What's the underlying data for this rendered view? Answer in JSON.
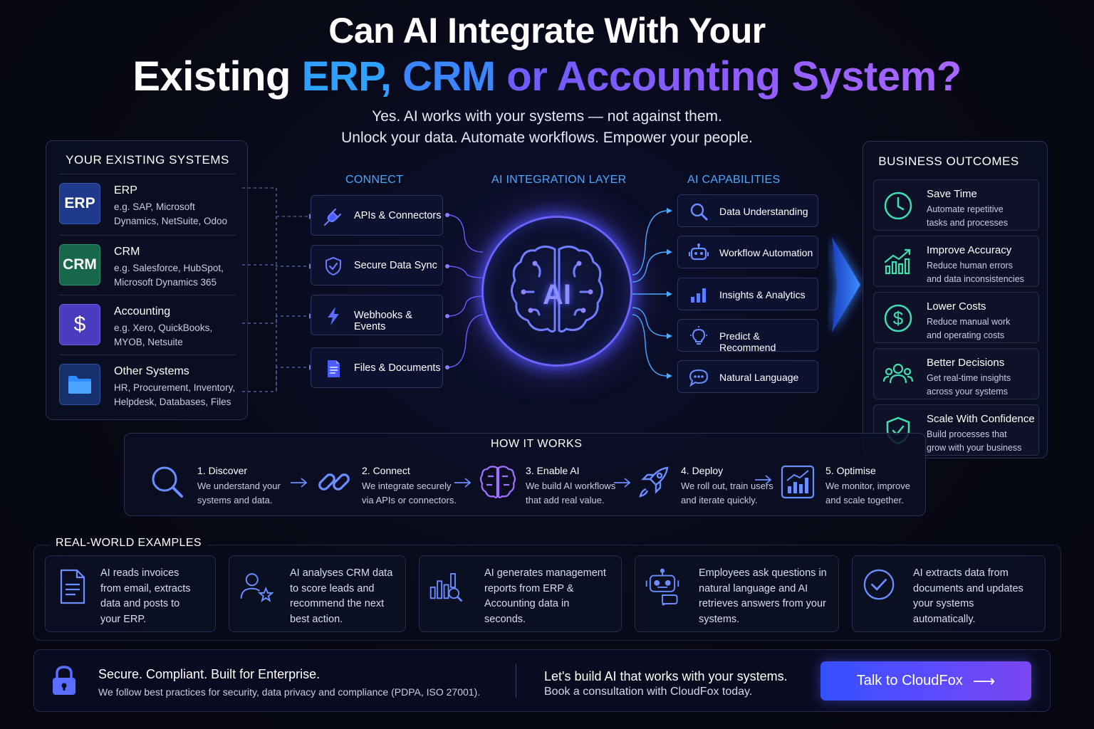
{
  "header": {
    "title_line1": "Can AI Integrate With Your",
    "title_line2_prefix": "Existing ",
    "title_erp": "ERP,",
    "title_crm": " CRM",
    "title_acc": " or Accounting System?",
    "subtitle_line1": "Yes. AI works with your systems — not against them.",
    "subtitle_line2": "Unlock your data. Automate workflows. Empower your people."
  },
  "existing_systems": {
    "title": "YOUR EXISTING SYSTEMS",
    "items": [
      {
        "badge": "ERP",
        "name": "ERP",
        "desc": "e.g. SAP, Microsoft Dynamics, NetSuite, Odoo",
        "color": "#1f3a8a"
      },
      {
        "badge": "CRM",
        "name": "CRM",
        "desc": "e.g. Salesforce, HubSpot, Microsoft Dynamics 365",
        "color": "#17684a"
      },
      {
        "badge": "$",
        "name": "Accounting",
        "desc": "e.g. Xero, QuickBooks, MYOB, Netsuite",
        "color": "#4a3bbf"
      },
      {
        "badge": "folder-icon",
        "name": "Other Systems",
        "desc": "HR, Procurement, Inventory, Helpdesk, Databases, Files",
        "color": "#16306e"
      }
    ]
  },
  "connect": {
    "title": "CONNECT",
    "items": [
      {
        "label": "APIs & Connectors",
        "icon": "plug-icon"
      },
      {
        "label": "Secure Data Sync",
        "icon": "shield-check-icon"
      },
      {
        "label": "Webhooks & Events",
        "icon": "lightning-icon"
      },
      {
        "label": "Files & Documents",
        "icon": "document-icon"
      }
    ]
  },
  "ai_layer": {
    "title": "AI INTEGRATION LAYER",
    "label": "AI"
  },
  "capabilities": {
    "title": "AI CAPABILITIES",
    "items": [
      {
        "label": "Data Understanding",
        "icon": "search-icon"
      },
      {
        "label": "Workflow Automation",
        "icon": "robot-icon"
      },
      {
        "label": "Insights & Analytics",
        "icon": "bar-chart-icon"
      },
      {
        "label": "Predict & Recommend",
        "icon": "lightbulb-icon"
      },
      {
        "label": "Natural Language",
        "icon": "chat-icon"
      }
    ]
  },
  "outcomes": {
    "title": "BUSINESS OUTCOMES",
    "items": [
      {
        "name": "Save Time",
        "desc1": "Automate repetitive",
        "desc2": "tasks and processes",
        "icon": "clock-icon"
      },
      {
        "name": "Improve Accuracy",
        "desc1": "Reduce human errors",
        "desc2": "and data inconsistencies",
        "icon": "growth-chart-icon"
      },
      {
        "name": "Lower Costs",
        "desc1": "Reduce manual work",
        "desc2": "and operating costs",
        "icon": "dollar-icon"
      },
      {
        "name": "Better Decisions",
        "desc1": "Get real-time insights",
        "desc2": "across your systems",
        "icon": "people-icon"
      },
      {
        "name": "Scale With Confidence",
        "desc1": "Build processes that",
        "desc2": "grow with your business",
        "icon": "shield-check-icon"
      }
    ]
  },
  "how_it_works": {
    "title": "HOW IT WORKS",
    "steps": [
      {
        "name": "1. Discover",
        "desc1": "We understand your",
        "desc2": "systems and data.",
        "icon": "magnifier-icon"
      },
      {
        "name": "2. Connect",
        "desc1": "We integrate securely",
        "desc2": "via APIs or connectors.",
        "icon": "link-icon"
      },
      {
        "name": "3. Enable AI",
        "desc1": "We build AI workflows",
        "desc2": "that add real value.",
        "icon": "brain-icon"
      },
      {
        "name": "4. Deploy",
        "desc1": "We roll out, train users",
        "desc2": "and iterate quickly.",
        "icon": "rocket-icon"
      },
      {
        "name": "5. Optimise",
        "desc1": "We monitor, improve",
        "desc2": "and scale together.",
        "icon": "analytics-icon"
      }
    ]
  },
  "examples": {
    "title": "REAL-WORLD EXAMPLES",
    "items": [
      {
        "lines": [
          "AI reads invoices",
          "from email, extracts",
          "data and posts to",
          "your ERP."
        ],
        "icon": "invoice-icon"
      },
      {
        "lines": [
          "AI analyses CRM data",
          "to score leads and",
          "recommend the next",
          "best action."
        ],
        "icon": "user-star-icon"
      },
      {
        "lines": [
          "AI generates management",
          "reports from ERP &",
          "Accounting data in",
          "seconds."
        ],
        "icon": "report-icon"
      },
      {
        "lines": [
          "Employees ask questions in",
          "natural language and AI",
          "retrieves answers from your",
          "systems."
        ],
        "icon": "chatbot-icon"
      },
      {
        "lines": [
          "AI extracts data from",
          "documents and updates",
          "your systems",
          "automatically."
        ],
        "icon": "check-circle-icon"
      }
    ]
  },
  "footer": {
    "secure_title": "Secure. Compliant. Built for Enterprise.",
    "secure_desc": "We follow best practices for security, data privacy and compliance (PDPA, ISO 27001).",
    "cta_line1": "Let's build AI that works with your systems.",
    "cta_line2": "Book a consultation with CloudFox today.",
    "button_label": "Talk to CloudFox",
    "button_arrow": "⟶"
  },
  "colors": {
    "accent_blue": "#4aa8ff",
    "accent_purple": "#8f5bff",
    "outcome_green": "#3fe0b0",
    "background": "#070914"
  }
}
